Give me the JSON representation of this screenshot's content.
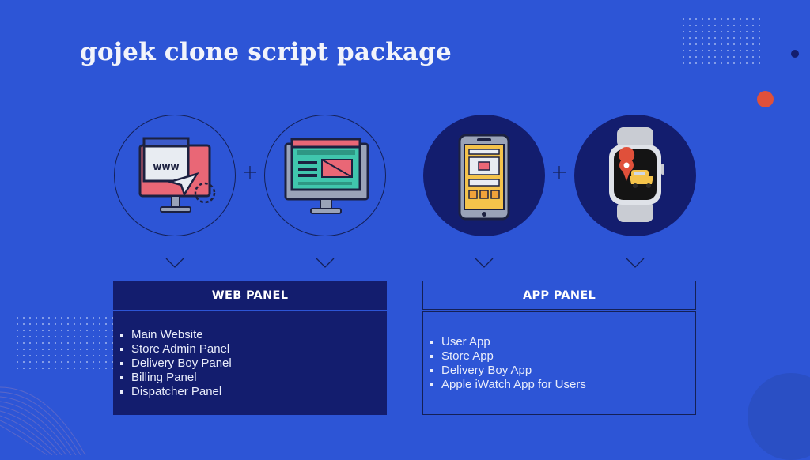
{
  "slide": {
    "title": "gojek clone script package"
  },
  "panels": {
    "web": {
      "heading": "WEB PANEL",
      "items": [
        "Main Website",
        "Store Admin Panel",
        "Delivery Boy Panel",
        "Billing Panel",
        "Dispatcher Panel"
      ]
    },
    "app": {
      "heading": "APP PANEL",
      "items": [
        "User App",
        "Store App",
        "Delivery Boy App",
        "Apple iWatch App for Users"
      ]
    }
  },
  "icons": {
    "circle_1": "website-monitor-icon",
    "circle_2": "web-layout-monitor-icon",
    "circle_3": "mobile-app-icon",
    "circle_4": "smartwatch-taxi-icon"
  },
  "colors": {
    "background": "#2d55d6",
    "panel_dark": "#131d6e",
    "accent_red": "#e0503a"
  }
}
